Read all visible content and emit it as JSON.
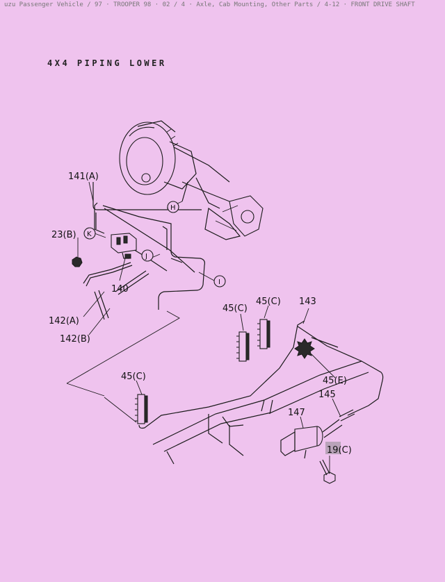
{
  "header_text": "uzu Passenger Vehicle / 97 · TROOPER 98 · 02 / 4 · Axle, Cab Mounting, Other Parts / 4-12 · FRONT DRIVE SHAFT",
  "title": "4X4 PIPING LOWER",
  "callouts": {
    "c141A": "141(A)",
    "c23B": "23(B)",
    "c140": "140",
    "c142A": "142(A)",
    "c142B": "142(B)",
    "c45C_a": "45(C)",
    "c45C_b": "45(C)",
    "c143": "143",
    "c45E": "45(E)",
    "c45C_c": "45(C)",
    "c145": "145",
    "c147": "147",
    "c19C": "19(C)"
  },
  "circle_markers": {
    "H": "H",
    "K": "K",
    "J": "J",
    "I": "I"
  },
  "colors": {
    "background": "#efc3ee",
    "highlight": "#b9a3b9"
  }
}
